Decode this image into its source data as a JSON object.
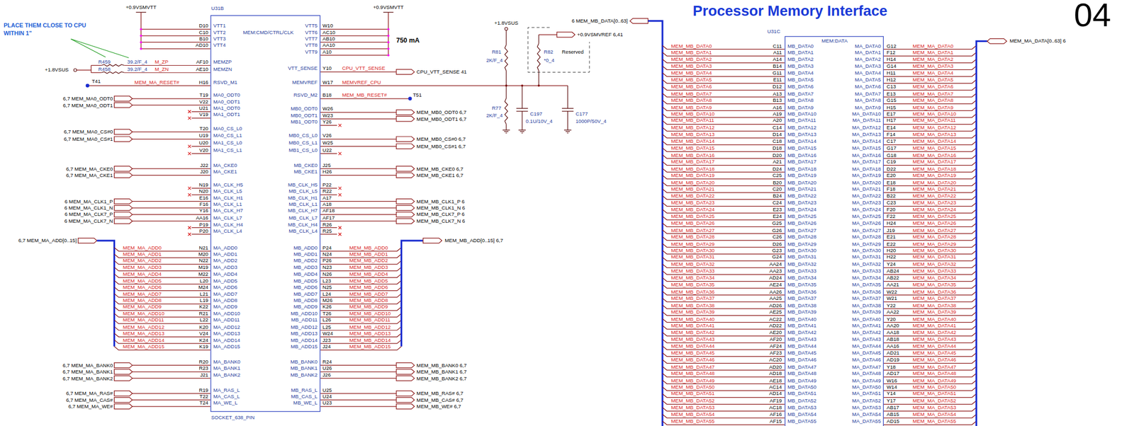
{
  "diagram": {
    "title": "Processor Memory Interface",
    "nodes": [
      {
        "text": [
          "U31B",
          "MEM:CMD/CTRL/CLK",
          "SOCKET_638_PIN"
        ]
      },
      {
        "text": [
          "U31C",
          "MEM:DATA"
        ]
      }
    ],
    "labels": [
      "+0.9VSMVTT",
      "+0.9VSMVTT",
      "PLACE THEM CLOSE TO CPU WITHIN 1\"",
      "R459",
      "39.2/F_4",
      "M_ZP",
      "R458",
      "39.2/F_4",
      "M_ZN",
      "+1.8VSUS",
      "T41",
      "MEM_MA_RESET#",
      "750 mA",
      "CPU_VTT_SENSE",
      "CPU_VTT_SENSE 41",
      "MEMVREF_CPU",
      "MEM_MB_RESET#",
      "T51",
      "6,7 MEM_MA_ADD[0..15]",
      "MEM_MB_ADD[0..15] 6,7",
      "+1.8VSUS",
      "6 MEM_MB_DATA[0..63]",
      "+0.9VSMVREF 6,41",
      "R81",
      "2K/F_4",
      "R82",
      "*0_4",
      "Reserved",
      "R77",
      "2K/F_4",
      "C197",
      "0.1U/10V_4",
      "C177",
      "1000P/50V_4",
      "MEM_MA_DATA[0..63] 6",
      "04",
      "D10",
      "C10",
      "B10",
      "AD10",
      "AF10",
      "AE10",
      "H16",
      "T19",
      "V22",
      "U21",
      "V19",
      "T20",
      "U19",
      "U20",
      "V20",
      "J22",
      "J20",
      "N19",
      "N20",
      "E16",
      "F16",
      "Y16",
      "AA16",
      "P19",
      "P20",
      "N21",
      "M20",
      "N22",
      "M19",
      "M22",
      "L20",
      "M24",
      "L21",
      "L19",
      "K22",
      "R21",
      "L22",
      "K20",
      "V24",
      "K24",
      "K19",
      "R20",
      "R23",
      "J21",
      "R19",
      "T22",
      "T24",
      "VTT1",
      "VTT2",
      "VTT3",
      "VTT4",
      "MEMZP",
      "MEMZN",
      "RSVD_M1",
      "MA0_ODT0",
      "MA0_ODT1",
      "MA1_ODT0",
      "MA1_ODT1",
      "MA0_CS_L0",
      "MA0_CS_L1",
      "MA1_CS_L0",
      "MA1_CS_L1",
      "MA_CKE0",
      "MA_CKE1",
      "MA_CLK_H5",
      "MA_CLK_L5",
      "MA_CLK_H1",
      "MA_CLK_L1",
      "MA_CLK_H7",
      "MA_CLK_L7",
      "MA_CLK_H4",
      "MA_CLK_L4",
      "MA_ADD0",
      "MA_ADD1",
      "MA_ADD2",
      "MA_ADD3",
      "MA_ADD4",
      "MA_ADD5",
      "MA_ADD6",
      "MA_ADD7",
      "MA_ADD8",
      "MA_ADD9",
      "MA_ADD10",
      "MA_ADD11",
      "MA_ADD12",
      "MA_ADD13",
      "MA_ADD14",
      "MA_ADD15",
      "MA_BANK0",
      "MA_BANK1",
      "MA_BANK2",
      "MA_RAS_L",
      "MA_CAS_L",
      "MA_WE_L",
      "VTT5",
      "VTT6",
      "VTT7",
      "VTT8",
      "VTT9",
      "VTT_SENSE",
      "MEMVREF",
      "RSVD_M2",
      "MB0_ODT0",
      "MB0_ODT1",
      "MB1_ODT0",
      "MB0_CS_L0",
      "MB0_CS_L1",
      "MB1_CS_L0",
      "MB_CKE0",
      "MB_CKE1",
      "MB_CLK_H5",
      "MB_CLK_L5",
      "MB_CLK_H1",
      "MB_CLK_L1",
      "MB_CLK_H7",
      "MB_CLK_L7",
      "MB_CLK_H4",
      "MB_CLK_L4",
      "MB_ADD0",
      "MB_ADD1",
      "MB_ADD2",
      "MB_ADD3",
      "MB_ADD4",
      "MB_ADD5",
      "MB_ADD6",
      "MB_ADD7",
      "MB_ADD8",
      "MB_ADD9",
      "MB_ADD10",
      "MB_ADD11",
      "MB_ADD12",
      "MB_ADD13",
      "MB_ADD14",
      "MB_ADD15",
      "MB_BANK0",
      "MB_BANK1",
      "MB_BANK2",
      "MB_RAS_L",
      "MB_CAS_L",
      "MB_WE_L",
      "W10",
      "AC10",
      "AB10",
      "AA10",
      "A10",
      "Y10",
      "W17",
      "B18",
      "W26",
      "W23",
      "Y26",
      "V26",
      "W25",
      "U22",
      "J25",
      "H26",
      "P22",
      "R22",
      "A17",
      "A18",
      "AF18",
      "AF17",
      "R26",
      "R25",
      "P24",
      "N24",
      "P26",
      "N23",
      "N26",
      "L23",
      "N25",
      "L24",
      "M26",
      "K26",
      "T26",
      "L26",
      "L25",
      "W24",
      "J23",
      "J24",
      "R24",
      "U26",
      "J26",
      "U25",
      "U24",
      "U23",
      "6,7 MEM_MA0_ODT0",
      "6,7 MEM_MA0_ODT1",
      "6,7 MEM_MA0_CS#0",
      "6,7 MEM_MA0_CS#1",
      "6,7 MEM_MA_CKE0",
      "6,7 MEM_MA_CKE1",
      "6 MEM_MA_CLK1_P",
      "6 MEM_MA_CLK1_N",
      "6 MEM_MA_CLK7_P",
      "6 MEM_MA_CLK7_N",
      "6,7 MEM_MA_BANK0",
      "6,7 MEM_MA_BANK1",
      "6,7 MEM_MA_BANK2",
      "6,7 MEM_MA_RAS#",
      "6,7 MEM_MA_CAS#",
      "6,7 MEM_MA_WE#",
      "MEM_MA_ADD0",
      "MEM_MA_ADD1",
      "MEM_MA_ADD2",
      "MEM_MA_ADD3",
      "MEM_MA_ADD4",
      "MEM_MA_ADD5",
      "MEM_MA_ADD6",
      "MEM_MA_ADD7",
      "MEM_MA_ADD8",
      "MEM_MA_ADD9",
      "MEM_MA_ADD10",
      "MEM_MA_ADD11",
      "MEM_MA_ADD12",
      "MEM_MA_ADD13",
      "MEM_MA_ADD14",
      "MEM_MA_ADD15",
      "MEM_MB_ADD0",
      "MEM_MB_ADD1",
      "MEM_MB_ADD2",
      "MEM_MB_ADD3",
      "MEM_MB_ADD4",
      "MEM_MB_ADD5",
      "MEM_MB_ADD6",
      "MEM_MB_ADD7",
      "MEM_MB_ADD8",
      "MEM_MB_ADD9",
      "MEM_MB_ADD10",
      "MEM_MB_ADD11",
      "MEM_MB_ADD12",
      "MEM_MB_ADD13",
      "MEM_MB_ADD14",
      "MEM_MB_ADD15",
      "MEM_MB0_ODT0 6,7",
      "MEM_MB0_ODT1 6,7",
      "MEM_MB0_CS#0 6,7",
      "MEM_MB0_CS#1 6,7",
      "MEM_MB_CKE0 6,7",
      "MEM_MB_CKE1 6,7",
      "MEM_MB_CLK1_P 6",
      "MEM_MB_CLK1_N 6",
      "MEM_MB_CLK7_P 6",
      "MEM_MB_CLK7_N 6",
      "MEM_MB_BANK0 6,7",
      "MEM_MB_BANK1 6,7",
      "MEM_MB_BANK2 6,7",
      "MEM_MB_RAS# 6,7",
      "MEM_MB_CAS# 6,7",
      "MEM_MB_WE# 6,7",
      "MEM_MB_DATA0",
      "MEM_MB_DATA1",
      "MEM_MB_DATA2",
      "MEM_MB_DATA3",
      "MEM_MB_DATA4",
      "MEM_MB_DATA5",
      "MEM_MB_DATA6",
      "MEM_MB_DATA7",
      "MEM_MB_DATA8",
      "MEM_MB_DATA9",
      "MEM_MB_DATA10",
      "MEM_MB_DATA11",
      "MEM_MB_DATA12",
      "MEM_MB_DATA13",
      "MEM_MB_DATA14",
      "MEM_MB_DATA15",
      "MEM_MB_DATA16",
      "MEM_MB_DATA17",
      "MEM_MB_DATA18",
      "MEM_MB_DATA19",
      "MEM_MB_DATA20",
      "MEM_MB_DATA21",
      "MEM_MB_DATA22",
      "MEM_MB_DATA23",
      "MEM_MB_DATA24",
      "MEM_MB_DATA25",
      "MEM_MB_DATA26",
      "MEM_MB_DATA27",
      "MEM_MB_DATA28",
      "MEM_MB_DATA29",
      "MEM_MB_DATA30",
      "MEM_MB_DATA31",
      "MEM_MB_DATA32",
      "MEM_MB_DATA33",
      "MEM_MB_DATA34",
      "MEM_MB_DATA35",
      "MEM_MB_DATA36",
      "MEM_MB_DATA37",
      "MEM_MB_DATA38",
      "MEM_MB_DATA39",
      "MEM_MB_DATA40",
      "MEM_MB_DATA41",
      "MEM_MB_DATA42",
      "MEM_MB_DATA43",
      "MEM_MB_DATA44",
      "MEM_MB_DATA45",
      "MEM_MB_DATA46",
      "MEM_MB_DATA47",
      "MEM_MB_DATA48",
      "MEM_MB_DATA49",
      "MEM_MB_DATA50",
      "MEM_MB_DATA51",
      "MEM_MB_DATA52",
      "MEM_MB_DATA53",
      "MEM_MB_DATA54",
      "MEM_MB_DATA55",
      "C11",
      "A11",
      "A14",
      "B14",
      "G11",
      "E11",
      "D12",
      "A13",
      "B13",
      "A16",
      "A19",
      "A20",
      "C14",
      "D14",
      "C18",
      "D18",
      "D20",
      "A21",
      "D24",
      "C25",
      "B20",
      "C20",
      "B24",
      "C24",
      "E23",
      "E24",
      "G25",
      "G26",
      "C26",
      "D26",
      "G23",
      "G24",
      "AA24",
      "AA23",
      "AD24",
      "AE24",
      "AA26",
      "AA25",
      "AD26",
      "AE25",
      "AC22",
      "AD22",
      "AE20",
      "AF20",
      "AF24",
      "AF23",
      "AC20",
      "AD20",
      "AD18",
      "AE18",
      "AC14",
      "AD14",
      "AF19",
      "AC18",
      "AF16",
      "AF15",
      "MB_DATA0",
      "MB_DATA1",
      "MB_DATA2",
      "MB_DATA3",
      "MB_DATA4",
      "MB_DATA5",
      "MB_DATA6",
      "MB_DATA7",
      "MB_DATA8",
      "MB_DATA9",
      "MB_DATA10",
      "MB_DATA11",
      "MB_DATA12",
      "MB_DATA13",
      "MB_DATA14",
      "MB_DATA15",
      "MB_DATA16",
      "MB_DATA17",
      "MB_DATA18",
      "MB_DATA19",
      "MB_DATA20",
      "MB_DATA21",
      "MB_DATA22",
      "MB_DATA23",
      "MB_DATA24",
      "MB_DATA25",
      "MB_DATA26",
      "MB_DATA27",
      "MB_DATA28",
      "MB_DATA29",
      "MB_DATA30",
      "MB_DATA31",
      "MB_DATA32",
      "MB_DATA33",
      "MB_DATA34",
      "MB_DATA35",
      "MB_DATA36",
      "MB_DATA37",
      "MB_DATA38",
      "MB_DATA39",
      "MB_DATA40",
      "MB_DATA41",
      "MB_DATA42",
      "MB_DATA43",
      "MB_DATA44",
      "MB_DATA45",
      "MB_DATA46",
      "MB_DATA47",
      "MB_DATA48",
      "MB_DATA49",
      "MB_DATA50",
      "MB_DATA51",
      "MB_DATA52",
      "MB_DATA53",
      "MB_DATA54",
      "MB_DATA55",
      "MA_DATA0",
      "MA_DATA1",
      "MA_DATA2",
      "MA_DATA3",
      "MA_DATA4",
      "MA_DATA5",
      "MA_DATA6",
      "MA_DATA7",
      "MA_DATA8",
      "MA_DATA9",
      "MA_DATA10",
      "MA_DATA11",
      "MA_DATA12",
      "MA_DATA13",
      "MA_DATA14",
      "MA_DATA15",
      "MA_DATA16",
      "MA_DATA17",
      "MA_DATA18",
      "MA_DATA19",
      "MA_DATA20",
      "MA_DATA21",
      "MA_DATA22",
      "MA_DATA23",
      "MA_DATA24",
      "MA_DATA25",
      "MA_DATA26",
      "MA_DATA27",
      "MA_DATA28",
      "MA_DATA29",
      "MA_DATA30",
      "MA_DATA31",
      "MA_DATA32",
      "MA_DATA33",
      "MA_DATA34",
      "MA_DATA35",
      "MA_DATA36",
      "MA_DATA37",
      "MA_DATA38",
      "MA_DATA39",
      "MA_DATA40",
      "MA_DATA41",
      "MA_DATA42",
      "MA_DATA43",
      "MA_DATA44",
      "MA_DATA45",
      "MA_DATA46",
      "MA_DATA47",
      "MA_DATA48",
      "MA_DATA49",
      "MA_DATA50",
      "MA_DATA51",
      "MA_DATA52",
      "MA_DATA53",
      "MA_DATA54",
      "MA_DATA55",
      "G12",
      "F12",
      "H14",
      "G14",
      "H11",
      "H12",
      "C13",
      "E13",
      "G15",
      "H15",
      "E17",
      "H17",
      "E14",
      "F14",
      "C17",
      "G17",
      "G18",
      "C19",
      "D22",
      "E20",
      "E18",
      "F18",
      "B22",
      "C23",
      "F20",
      "F22",
      "H24",
      "J19",
      "E21",
      "E22",
      "H20",
      "H22",
      "Y24",
      "AB24",
      "AB22",
      "AA21",
      "W22",
      "W21",
      "Y22",
      "AA22",
      "Y20",
      "AA20",
      "AA18",
      "AB18",
      "AA16",
      "AD21",
      "AD19",
      "Y18",
      "AD17",
      "W16",
      "W14",
      "Y14",
      "Y17",
      "AB17",
      "AB15",
      "AD15",
      "MEM_MA_DATA0",
      "MEM_MA_DATA1",
      "MEM_MA_DATA2",
      "MEM_MA_DATA3",
      "MEM_MA_DATA4",
      "MEM_MA_DATA5",
      "MEM_MA_DATA6",
      "MEM_MA_DATA7",
      "MEM_MA_DATA8",
      "MEM_MA_DATA9",
      "MEM_MA_DATA10",
      "MEM_MA_DATA11",
      "MEM_MA_DATA12",
      "MEM_MA_DATA13",
      "MEM_MA_DATA14",
      "MEM_MA_DATA15",
      "MEM_MA_DATA16",
      "MEM_MA_DATA17",
      "MEM_MA_DATA18",
      "MEM_MA_DATA19",
      "MEM_MA_DATA20",
      "MEM_MA_DATA21",
      "MEM_MA_DATA22",
      "MEM_MA_DATA23",
      "MEM_MA_DATA24",
      "MEM_MA_DATA25",
      "MEM_MA_DATA26",
      "MEM_MA_DATA27",
      "MEM_MA_DATA28",
      "MEM_MA_DATA29",
      "MEM_MA_DATA30",
      "MEM_MA_DATA31",
      "MEM_MA_DATA32",
      "MEM_MA_DATA33",
      "MEM_MA_DATA34",
      "MEM_MA_DATA35",
      "MEM_MA_DATA36",
      "MEM_MA_DATA37",
      "MEM_MA_DATA38",
      "MEM_MA_DATA39",
      "MEM_MA_DATA40",
      "MEM_MA_DATA41",
      "MEM_MA_DATA42",
      "MEM_MA_DATA43",
      "MEM_MA_DATA44",
      "MEM_MA_DATA45",
      "MEM_MA_DATA46",
      "MEM_MA_DATA47",
      "MEM_MA_DATA48",
      "MEM_MA_DATA49",
      "MEM_MA_DATA50",
      "MEM_MA_DATA51",
      "MEM_MA_DATA52",
      "MEM_MA_DATA53",
      "MEM_MA_DATA54",
      "MEM_MA_DATA55"
    ]
  }
}
